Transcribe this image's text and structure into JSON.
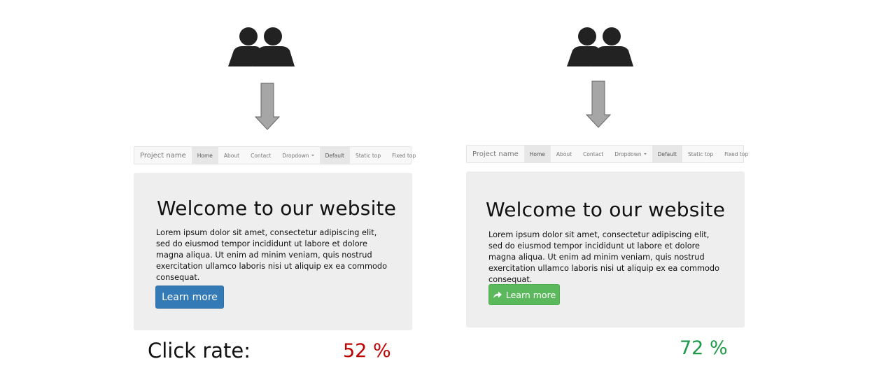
{
  "variants": [
    {
      "navbar": {
        "brand": "Project name",
        "items": [
          {
            "label": "Home"
          },
          {
            "label": "About"
          },
          {
            "label": "Contact"
          },
          {
            "label": "Dropdown"
          },
          {
            "label": "Default"
          },
          {
            "label": "Static top"
          },
          {
            "label": "Fixed top"
          }
        ]
      },
      "jumbotron": {
        "title": "Welcome to our website",
        "body": "Lorem ipsum dolor sit amet, consectetur adipiscing elit, sed do eiusmod tempor incididunt ut labore et dolore magna aliqua. Ut enim ad minim veniam, quis nostrud exercitation ullamco laboris nisi ut aliquip ex ea commodo consequat.",
        "button_label": "Learn more"
      },
      "button_color": "#337ab7",
      "click_rate": "52 %",
      "rate_color": "#c00000"
    },
    {
      "navbar": {
        "brand": "Project name",
        "items": [
          {
            "label": "Home"
          },
          {
            "label": "About"
          },
          {
            "label": "Contact"
          },
          {
            "label": "Dropdown"
          },
          {
            "label": "Default"
          },
          {
            "label": "Static top"
          },
          {
            "label": "Fixed top"
          }
        ]
      },
      "jumbotron": {
        "title": "Welcome to our website",
        "body": "Lorem ipsum dolor sit amet, consectetur adipiscing elit, sed do eiusmod tempor incididunt ut labore et dolore magna aliqua. Ut enim ad minim veniam, quis nostrud exercitation ullamco laboris nisi ut aliquip ex ea commodo consequat.",
        "button_label": "Learn more",
        "button_icon": "share-arrow-icon"
      },
      "button_color": "#5cb85c",
      "click_rate": "72 %",
      "rate_color": "#1e9a48"
    }
  ],
  "click_rate_label": "Click rate:",
  "icons": [
    "users-icon",
    "down-arrow-icon"
  ]
}
